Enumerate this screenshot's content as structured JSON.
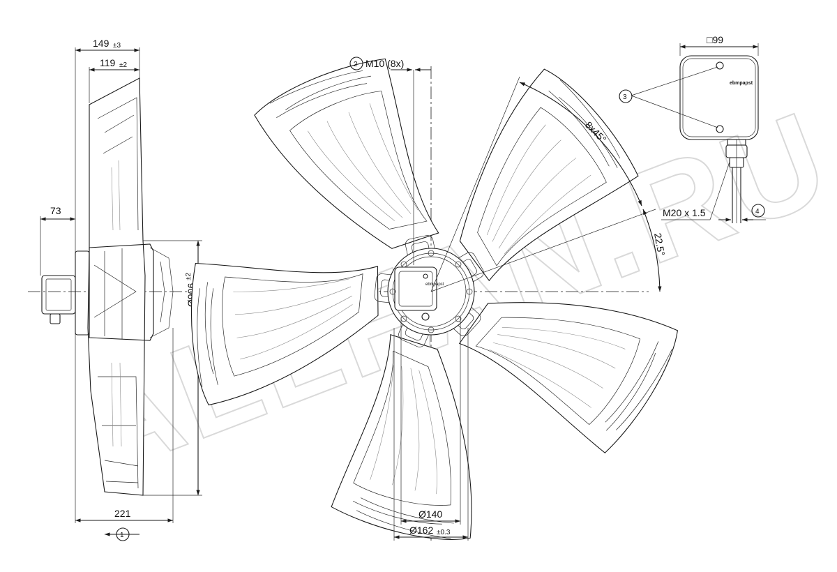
{
  "dimensions": {
    "width_outer": "149",
    "width_outer_tol": "±3",
    "width_inner": "119",
    "width_inner_tol": "±2",
    "depth_box": "73",
    "depth_total": "221",
    "diameter_fan": "Ø906",
    "diameter_fan_tol": "±2",
    "thread_spec": "M10 (8x)",
    "angle_pitch": "8x45°",
    "angle_offset": "22.5°",
    "diameter_140": "Ø140",
    "diameter_162": "Ø162",
    "diameter_162_tol": "±0.3",
    "box_size": "□99",
    "cable_gland": "M20 x 1.5"
  },
  "callouts": {
    "c1": "1",
    "c2": "2",
    "c3": "3",
    "c4": "4"
  },
  "brand": {
    "box_label": "ebmpapst",
    "hub_label": "ebmpapst"
  },
  "watermark": {
    "text": "ALLFAN.RU"
  }
}
